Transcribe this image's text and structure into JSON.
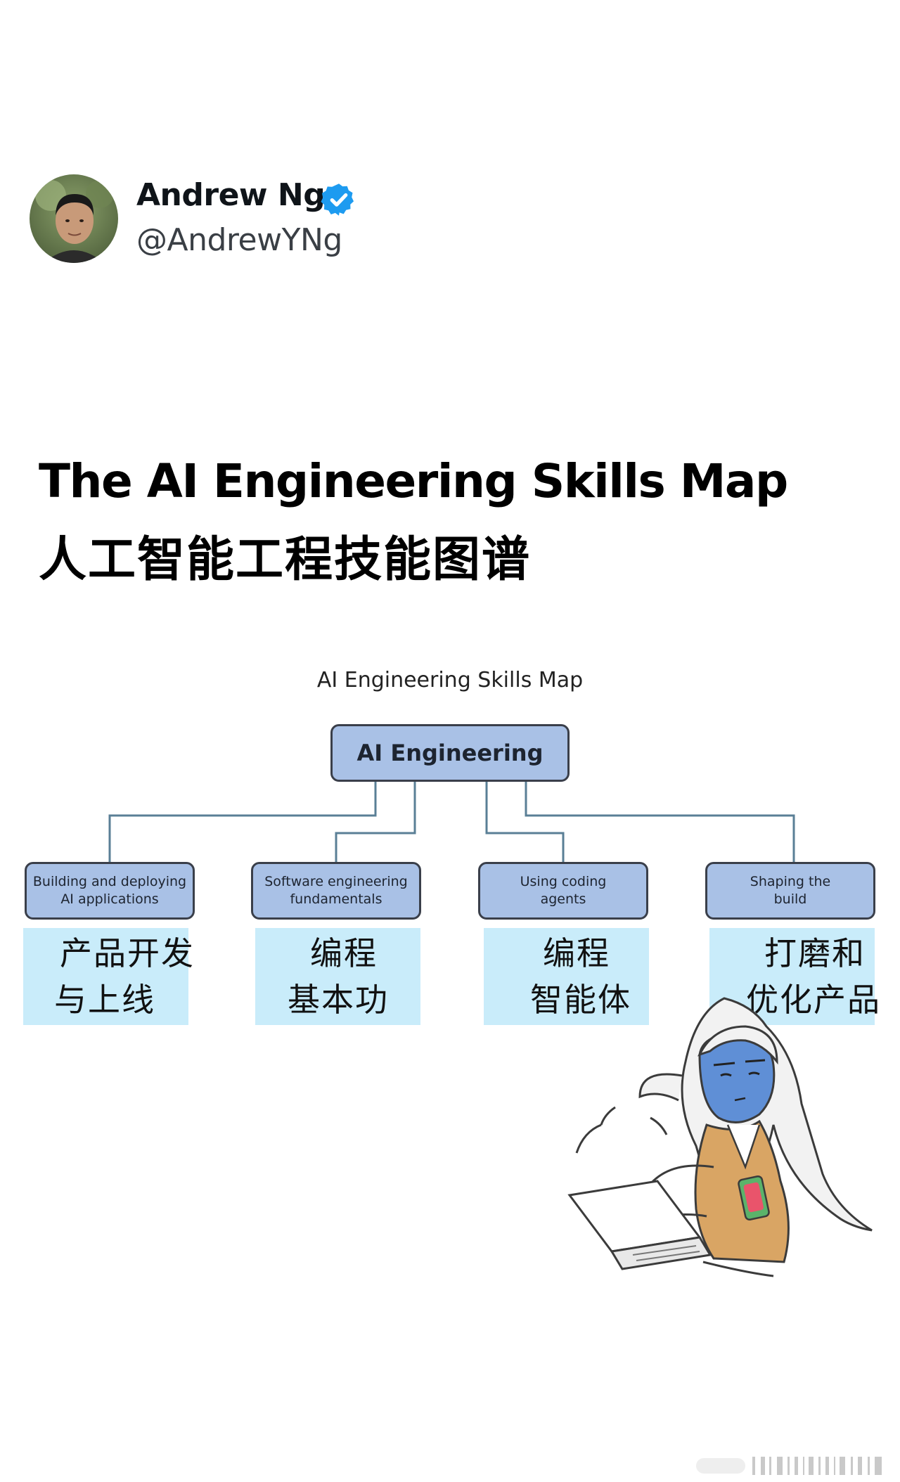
{
  "profile": {
    "display_name": "Andrew Ng",
    "handle": "@AndrewYNg",
    "verified_color": "#1d9bf0"
  },
  "headline": {
    "en": "The AI Engineering Skills Map",
    "zh": "人工智能工程技能图谱"
  },
  "diagram": {
    "title": "AI Engineering Skills Map",
    "root": "AI Engineering",
    "node_fill": "#a9c1e6",
    "annotation_fill": "#c9ecfa",
    "children": [
      {
        "label_lines": [
          "Building and deploying",
          "AI applications"
        ],
        "zh_lines": [
          "产品开发",
          "与上线"
        ]
      },
      {
        "label_lines": [
          "Software engineering",
          "fundamentals"
        ],
        "zh_lines": [
          "编程",
          "基本功"
        ]
      },
      {
        "label_lines": [
          "Using coding",
          "agents"
        ],
        "zh_lines": [
          "编程",
          "智能体"
        ]
      },
      {
        "label_lines": [
          "Shaping the",
          "build"
        ],
        "zh_lines": [
          "打磨和",
          "优化产品"
        ]
      }
    ]
  },
  "illustration": {
    "icon": "cartoon-character-typing-laptop-icon"
  }
}
